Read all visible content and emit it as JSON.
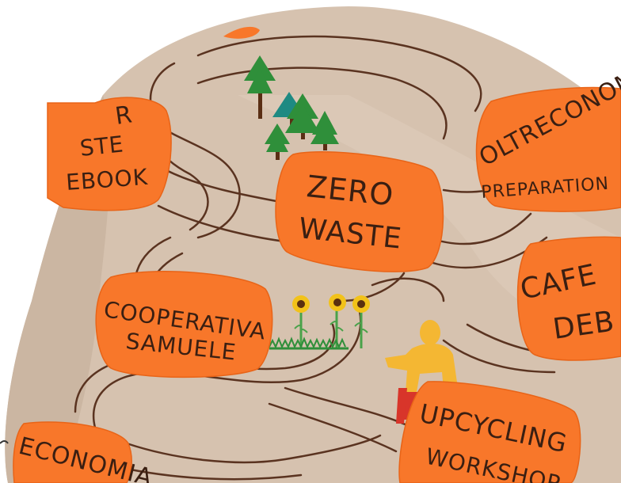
{
  "colors": {
    "paper": "#d9c6b4",
    "paper_shadow": "#c9b3a0",
    "card": "#f8772a",
    "card_edge": "#e86418",
    "road_line": "#5a3320",
    "ink": "#3a1f12",
    "tree_green": "#2f8f3a",
    "tree_teal": "#1e8a82",
    "trunk": "#5a2e14",
    "flower_yellow": "#f2c21a",
    "flower_center": "#5a3010",
    "stem_green": "#4aa24a",
    "figure_yellow": "#f4b733",
    "figure_red": "#d8352a"
  },
  "cards": {
    "top_left": {
      "line1": "R",
      "line2": "STE",
      "line3": "EBOOK"
    },
    "zero_waste": {
      "line1": "ZERO",
      "line2": "WASTE"
    },
    "oltreconomia": {
      "line1": "OLTRECONOMI",
      "line2": "PREPARATION"
    },
    "cooperativa": {
      "line1": "COOPERATIVA",
      "line2": "SAMUELE"
    },
    "cafe": {
      "line1": "CAFE",
      "line2": "DEB"
    },
    "upcycling": {
      "line1": "UPCYCLING",
      "line2": "WORKSHOP"
    },
    "economia": {
      "line1": "ECONOMIA"
    }
  },
  "icons": {
    "trees": "pine-trees-drawing",
    "flowers": "sunflowers-drawing",
    "person": "paper-person-cutout"
  }
}
